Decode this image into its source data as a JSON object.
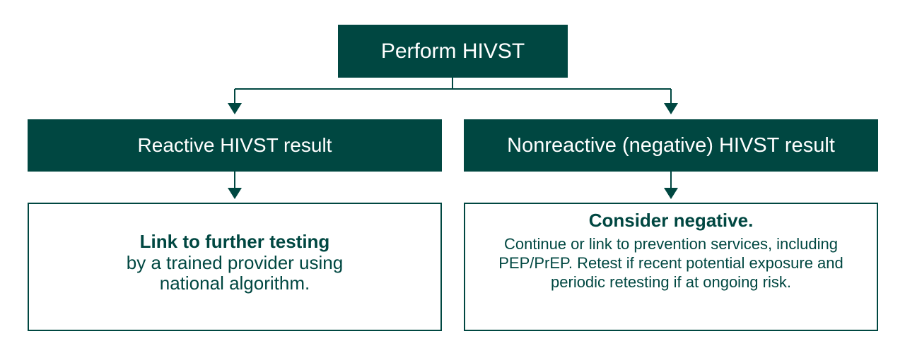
{
  "colors": {
    "primary": "#004741",
    "box_text_light": "#ffffff",
    "background": "#ffffff"
  },
  "flowchart": {
    "root": {
      "label": "Perform HIVST"
    },
    "branches": [
      {
        "label": "Reactive HIVST result",
        "action_heading": "Link to further testing",
        "action_body": "by a trained provider using national algorithm."
      },
      {
        "label": "Nonreactive (negative) HIVST result",
        "action_heading": "Consider negative.",
        "action_body": "Continue or link to prevention services, including PEP/PrEP. Retest if recent potential exposure and periodic retesting if at ongoing risk."
      }
    ]
  }
}
